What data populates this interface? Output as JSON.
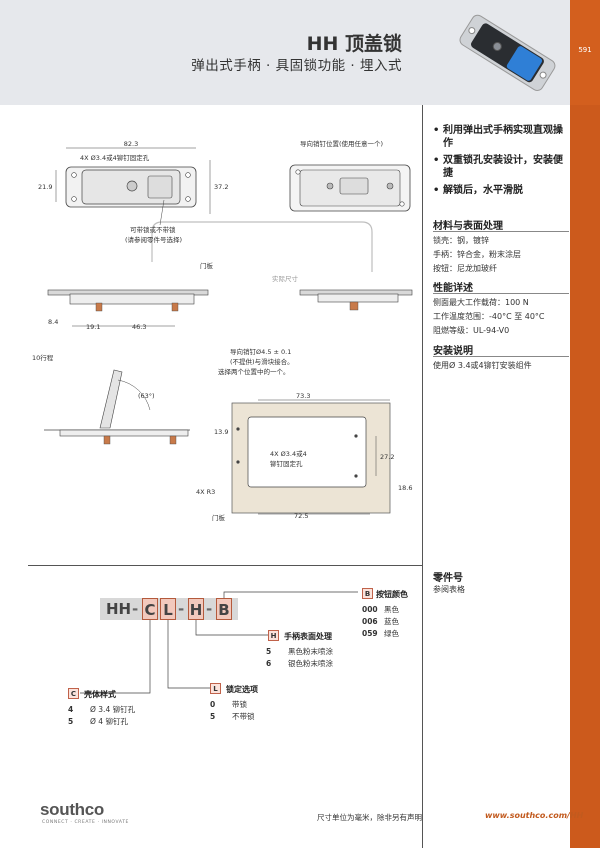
{
  "header": {
    "title": "HH 顶盖锁",
    "subtitle": "弹出式手柄 · 具固锁功能 · 埋入式",
    "page_number": "591"
  },
  "features": [
    "利用弹出式手柄实现直观操作",
    "双重锁孔安装设计，安装便捷",
    "解锁后，水平滑脱"
  ],
  "materials": {
    "heading": "材料与表面处理",
    "items": [
      "锁壳：钢，镀锌",
      "手柄：锌合金，粉末涂层",
      "按钮：尼龙加玻纤"
    ]
  },
  "performance": {
    "heading": "性能详述",
    "items": [
      "侧面最大工作载荷：100 N",
      "工作温度范围：-40°C 至 40°C",
      "阻燃等级：UL-94-V0"
    ]
  },
  "installation": {
    "heading": "安装说明",
    "items": [
      "使用Ø 3.4或4铆钉安装组件"
    ]
  },
  "drawing": {
    "dim_width": "82.3",
    "dim_mount_holes": "4X Ø3.4或4铆钉固定孔",
    "dim_height_left": "21.9",
    "dim_height_right": "37.2",
    "guide_pin_pos": "导向销钉位置(使用任意一个)",
    "lock_note_1": "可带锁或不带锁",
    "lock_note_2": "(请参阅零件号选择)",
    "door_panel": "门板",
    "actual_size": "实际尺寸",
    "dim_8_4": "8.4",
    "dim_19_1": "19.1",
    "dim_46_3": "46.3",
    "travel": "10行程",
    "guide_pin_1": "导向销钉Ø4.5 ± 0.1",
    "guide_pin_2": "(不提供)与滑块接合。",
    "guide_pin_3": "选择两个位置中的一个。",
    "angle": "(63°)",
    "cut_73_3": "73.3",
    "cut_13_9": "13.9",
    "cut_holes_1": "4X Ø3.4或4",
    "cut_holes_2": "铆钉固定孔",
    "cut_27_2": "27.2",
    "cut_18_6": "18.6",
    "cut_r3": "4X R3",
    "cut_72_5": "72.5",
    "cut_door": "门板"
  },
  "part_number": {
    "heading": "零件号",
    "ref": "参阅表格",
    "prefix": "HH",
    "code_c": "C",
    "code_l": "L",
    "code_h": "H",
    "code_b": "B",
    "dash": "-",
    "button_color": {
      "code": "B",
      "title": "按钮颜色",
      "options": [
        [
          "000",
          "黑色"
        ],
        [
          "006",
          "蓝色"
        ],
        [
          "059",
          "绿色"
        ]
      ]
    },
    "handle_finish": {
      "code": "H",
      "title": "手柄表面处理",
      "options": [
        [
          "5",
          "黑色粉末喷涂"
        ],
        [
          "6",
          "银色粉末喷涂"
        ]
      ]
    },
    "lock_option": {
      "code": "L",
      "title": "锁定选项",
      "options": [
        [
          "0",
          "带锁"
        ],
        [
          "5",
          "不带锁"
        ]
      ]
    },
    "body_style": {
      "code": "C",
      "title": "壳体样式",
      "options": [
        [
          "4",
          "Ø 3.4 铆钉孔"
        ],
        [
          "5",
          "Ø 4 铆钉孔"
        ]
      ]
    }
  },
  "footer": {
    "logo": "southco",
    "tagline": "CONNECT · CREATE · INNOVATE",
    "note": "尺寸单位为毫米，除非另有声明",
    "url": "www.southco.com/HH"
  },
  "colors": {
    "accent_orange": "#cc5a1c",
    "header_gray": "#e6e8ec",
    "url_orange": "#c25a1e",
    "highlight_pink": "#f2c9bd"
  }
}
